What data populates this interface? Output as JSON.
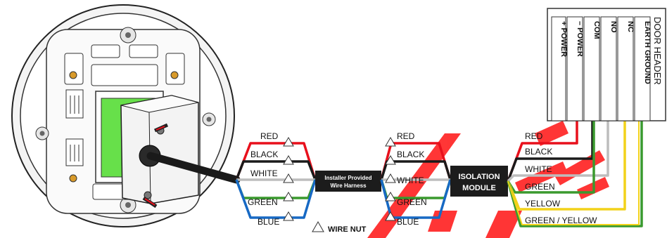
{
  "harness": {
    "wire_labels": [
      "RED",
      "BLACK",
      "WHITE",
      "GREEN",
      "BLUE"
    ],
    "box_line1": "Installer Provided",
    "box_line2": "Wire Harness"
  },
  "mid": {
    "wire_labels": [
      "RED",
      "BLACK",
      "WHITE",
      "GREEN",
      "BLUE"
    ]
  },
  "isolation": {
    "line1": "ISOLATION",
    "line2": "MODULE"
  },
  "output_wires": [
    "RED",
    "BLACK",
    "WHITE",
    "GREEN",
    "YELLOW",
    "GREEN / YELLOW"
  ],
  "legend": {
    "wire_nut": "WIRE NUT"
  },
  "door_header": {
    "title": "DOOR HEADER",
    "terminals": [
      "+ POWER",
      "– POWER",
      "COM",
      "NO",
      "NC",
      "EARTH GROUND"
    ]
  },
  "colors": {
    "red": "#e8101c",
    "black": "#1a1a1a",
    "white": "#bdbdbd",
    "green": "#3a9a2e",
    "blue": "#1769c4",
    "yellow": "#f2d21a",
    "watermark": "#ff1a1a"
  }
}
